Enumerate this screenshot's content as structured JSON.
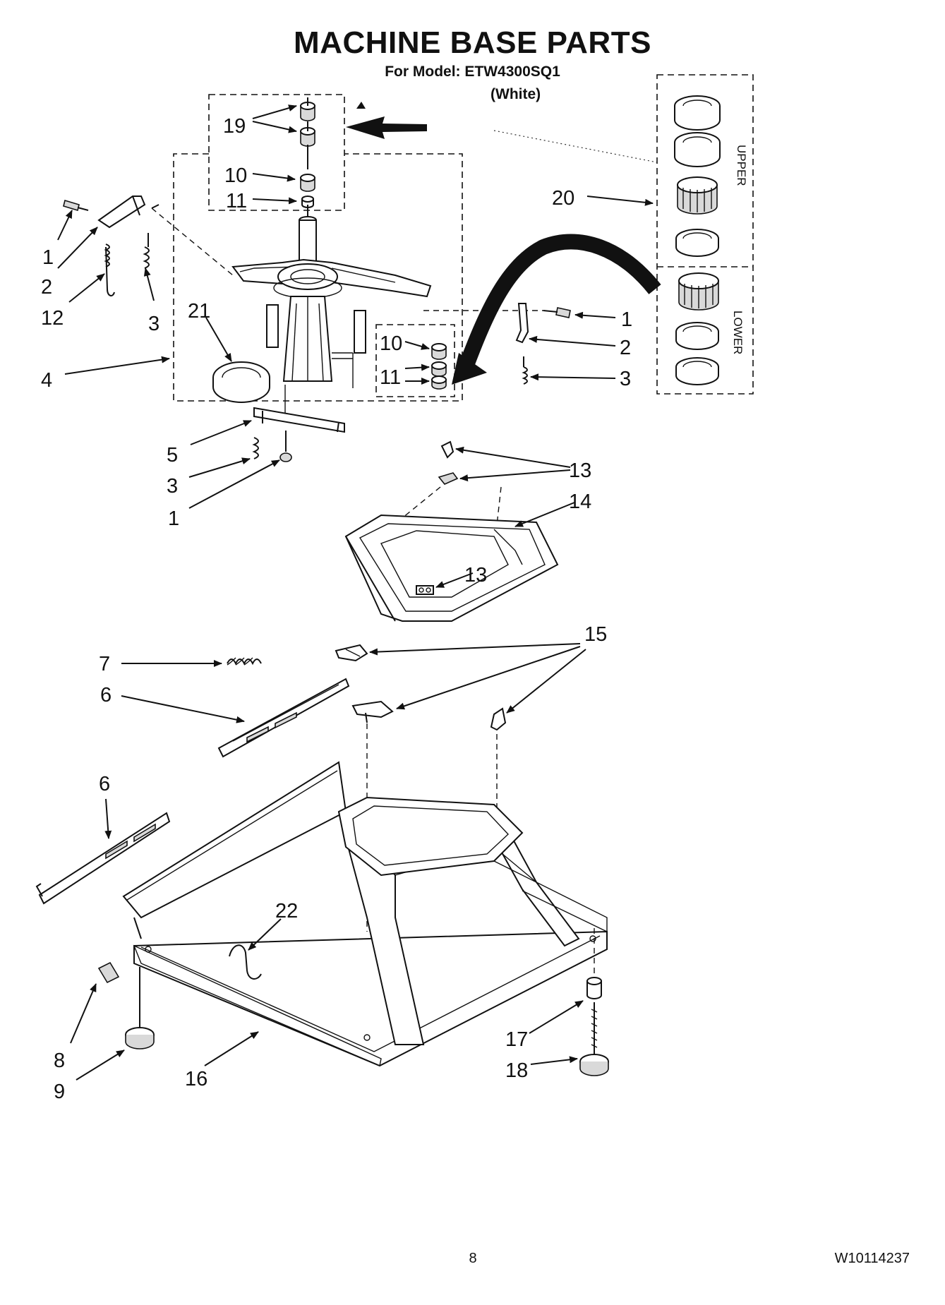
{
  "header": {
    "title": "MACHINE BASE PARTS",
    "subtitle": "For Model: ETW4300SQ1",
    "variant": "(White)"
  },
  "footer": {
    "page_number": "8",
    "document_number": "W10114237"
  },
  "kit_box": {
    "upper_label": "UPPER",
    "lower_label": "LOWER"
  },
  "callouts": {
    "c19": "19",
    "c10_top": "10",
    "c11_top": "11",
    "c1_left": "1",
    "c2_left": "2",
    "c12": "12",
    "c3_left": "3",
    "c21": "21",
    "c4": "4",
    "c20": "20",
    "c1_right": "1",
    "c2_right": "2",
    "c3_right": "3",
    "c10_low": "10",
    "c11_low": "11",
    "c5": "5",
    "c3_mid": "3",
    "c1_mid": "1",
    "c13_top": "13",
    "c14": "14",
    "c13_mid": "13",
    "c15": "15",
    "c7": "7",
    "c6_upper": "6",
    "c6_lower": "6",
    "c22": "22",
    "c8": "8",
    "c9": "9",
    "c16": "16",
    "c17": "17",
    "c18": "18"
  }
}
